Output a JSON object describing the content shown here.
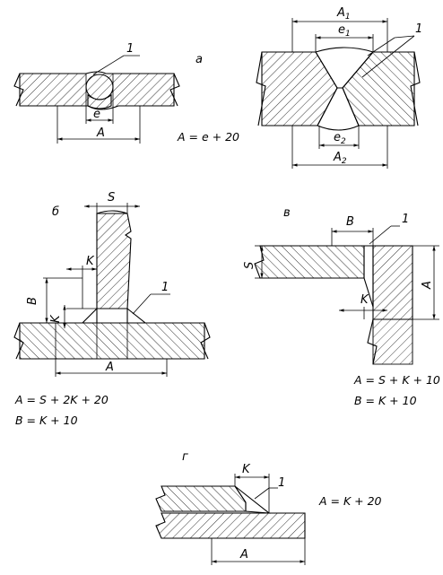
{
  "panels": {
    "a": {
      "letter": "а",
      "left": {
        "dim_e": "e",
        "dim_A": "A",
        "callout": "1",
        "formula": "A = e + 20"
      },
      "right": {
        "dim_A1": "A",
        "dim_A1_sub": "1",
        "dim_e1": "e",
        "dim_e1_sub": "1",
        "dim_e2": "e",
        "dim_e2_sub": "2",
        "dim_A2": "A",
        "dim_A2_sub": "2",
        "callout": "1"
      }
    },
    "b": {
      "letter": "б",
      "dim_S": "S",
      "dim_K_top": "K",
      "dim_B": "B",
      "dim_K_side": "K",
      "dim_A": "A",
      "callout": "1",
      "formula_A": "A = S + 2K + 20",
      "formula_B": "B = K + 10"
    },
    "v": {
      "letter": "в",
      "dim_B": "B",
      "dim_S": "S",
      "dim_K": "K",
      "dim_A": "A",
      "callout": "1",
      "formula_A": "A = S + K + 10",
      "formula_B": "B = K + 10"
    },
    "g": {
      "letter": "г",
      "dim_K": "K",
      "dim_A": "A",
      "callout": "1",
      "formula": "A = K + 20"
    }
  },
  "colors": {
    "ink": "#000000",
    "paper": "#ffffff"
  }
}
